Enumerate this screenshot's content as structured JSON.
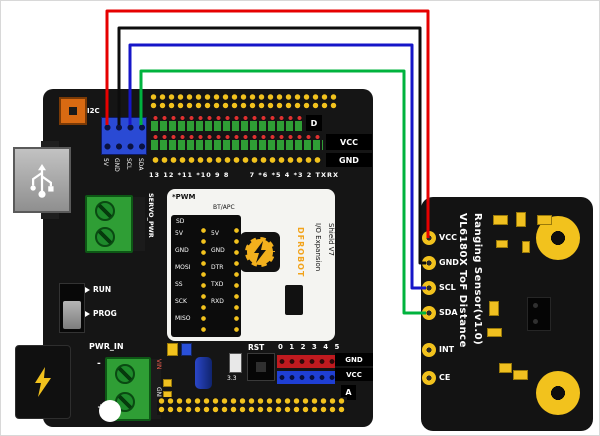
{
  "shield": {
    "i2c_label": "I2C",
    "i2c_pins": [
      "5V",
      "GND",
      "SCL",
      "SDA"
    ],
    "digital_section_label": "D",
    "vcc_label": "VCC",
    "gnd_label": "GND",
    "digital_pins_left": "13 12 *11 *10 9 8",
    "digital_pins_right": "7 *6 *5 4 *3 2 TXRX",
    "pwm_label": "*PWM",
    "bt_apc_label": "BT/APC",
    "sd_label": "SD",
    "spi_pins": [
      "5V",
      "GND",
      "MOSI",
      "SS",
      "SCK",
      "MISO"
    ],
    "serial_pins": [
      "5V",
      "GND",
      "DTR",
      "TXD",
      "RXD"
    ],
    "brand": "DFROBOT",
    "product_line1": "I/O Expansion",
    "product_line2": "Shield V7",
    "run_label": "RUN",
    "prog_label": "PROG",
    "servo_pwr_label": "SERVO_PWR",
    "pwr_in_label": "PWR_IN",
    "vin_label": "VIN",
    "vin_gnd_label": "GND",
    "minus_label": "-",
    "plus_label": "+",
    "rst_label": "RST",
    "voltage_label": "3.3",
    "analog_numbers": "0 1 2 3 4 5",
    "analog_gnd_label": "GND",
    "analog_vcc_label": "VCC",
    "analog_section_label": "A"
  },
  "sensor": {
    "pins": [
      "VCC",
      "GND",
      "SCL",
      "SDA",
      "INT",
      "CE"
    ],
    "name_line1": "VL6180X ToF Distance",
    "name_line2": "Ranging Sensor(v1.0)"
  },
  "wires": [
    {
      "name": "power-wire",
      "color": "#e60000",
      "connects": "Shield 5V to Sensor VCC"
    },
    {
      "name": "ground-wire",
      "color": "#0d0d0d",
      "connects": "Shield GND to Sensor GND"
    },
    {
      "name": "scl-wire",
      "color": "#1616c8",
      "connects": "Shield SCL to Sensor SCL"
    },
    {
      "name": "sda-wire",
      "color": "#00b33e",
      "connects": "Shield SDA to Sensor SDA"
    }
  ]
}
